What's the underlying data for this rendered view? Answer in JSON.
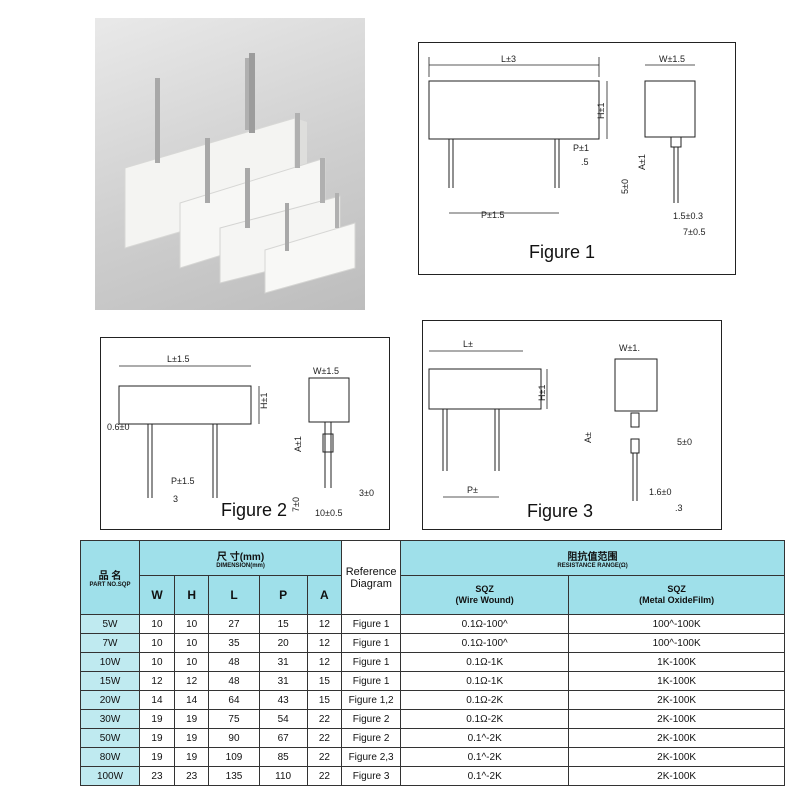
{
  "figure1": {
    "label": "Figure 1",
    "dims": {
      "L": "L±3",
      "W": "W±1.5",
      "H": "H±1",
      "P_small": "P±1",
      "P_small_sub": ".5",
      "P": "P±1.5",
      "A": "A±1",
      "five": "5±0",
      "d1": "1.5±0.3",
      "d2": "7±0.5"
    }
  },
  "figure2": {
    "label": "Figure 2",
    "dims": {
      "L": "L±1.5",
      "W": "W±1.5",
      "H": "H±1",
      "lead": "0.6±0",
      "A": "A±1",
      "P": "P±1.5",
      "P_sub": "3",
      "seven": "7±0",
      "three": "3±0",
      "ten": "10±0.5"
    }
  },
  "figure3": {
    "label": "Figure 3",
    "dims": {
      "L": "L±",
      "W": "W±1.",
      "H": "H±1",
      "A": "A±",
      "five": "5±0",
      "P": "P±",
      "d1": "1.6±0",
      "d2": ".3"
    }
  },
  "table": {
    "part_cn": "品 名",
    "part_en": "PART NO.SQP",
    "dim_cn": "尺 寸(mm)",
    "dim_en": "DIMENSION(mm)",
    "ref_line1": "Reference",
    "ref_line2": "Diagram",
    "res_cn": "阻抗值范围",
    "res_en": "RESISTANCE RANGE(Ω)",
    "cols": [
      "W",
      "H",
      "L",
      "P",
      "A"
    ],
    "sqz1_line1": "SQZ",
    "sqz1_line2": "(Wire Wound)",
    "sqz2_line1": "SQZ",
    "sqz2_line2": "(Metal OxideFilm)",
    "rows": [
      {
        "part": "5W",
        "W": "10",
        "H": "10",
        "L": "27",
        "P": "15",
        "A": "12",
        "ref": "Figure 1",
        "ww": "0.1Ω-100^",
        "mo": "100^-100K"
      },
      {
        "part": "7W",
        "W": "10",
        "H": "10",
        "L": "35",
        "P": "20",
        "A": "12",
        "ref": "Figure 1",
        "ww": "0.1Ω-100^",
        "mo": "100^-100K"
      },
      {
        "part": "10W",
        "W": "10",
        "H": "10",
        "L": "48",
        "P": "31",
        "A": "12",
        "ref": "Figure 1",
        "ww": "0.1Ω-1K",
        "mo": "1K-100K"
      },
      {
        "part": "15W",
        "W": "12",
        "H": "12",
        "L": "48",
        "P": "31",
        "A": "15",
        "ref": "Figure 1",
        "ww": "0.1Ω-1K",
        "mo": "1K-100K"
      },
      {
        "part": "20W",
        "W": "14",
        "H": "14",
        "L": "64",
        "P": "43",
        "A": "15",
        "ref": "Figure 1,2",
        "ww": "0.1Ω-2K",
        "mo": "2K-100K"
      },
      {
        "part": "30W",
        "W": "19",
        "H": "19",
        "L": "75",
        "P": "54",
        "A": "22",
        "ref": "Figure 2",
        "ww": "0.1Ω-2K",
        "mo": "2K-100K"
      },
      {
        "part": "50W",
        "W": "19",
        "H": "19",
        "L": "90",
        "P": "67",
        "A": "22",
        "ref": "Figure 2",
        "ww": "0.1^-2K",
        "mo": "2K-100K"
      },
      {
        "part": "80W",
        "W": "19",
        "H": "19",
        "L": "109",
        "P": "85",
        "A": "22",
        "ref": "Figure 2,3",
        "ww": "0.1^-2K",
        "mo": "2K-100K"
      },
      {
        "part": "100W",
        "W": "23",
        "H": "23",
        "L": "135",
        "P": "110",
        "A": "22",
        "ref": "Figure 3",
        "ww": "0.1^-2K",
        "mo": "2K-100K"
      }
    ]
  }
}
